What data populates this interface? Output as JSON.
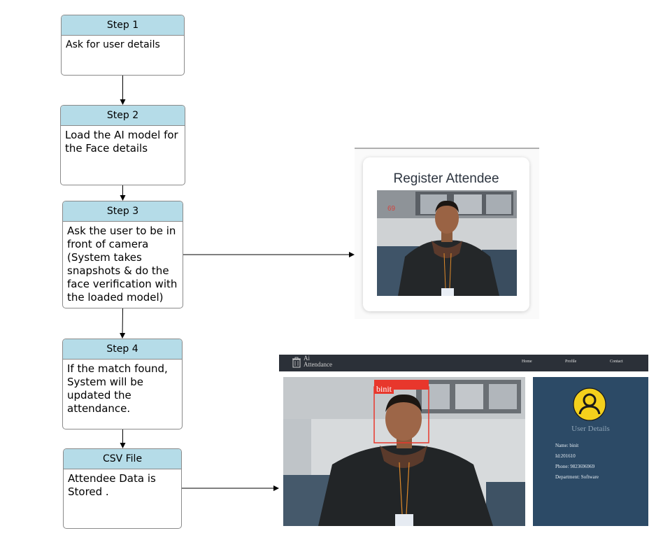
{
  "steps": [
    {
      "title": "Step 1",
      "text": "Ask for user details"
    },
    {
      "title": "Step 2",
      "text": "Load the AI model for\nthe Face details"
    },
    {
      "title": "Step 3",
      "text": "Ask the user to be in\nfront of camera\n(System takes\nsnapshots  & do the\nface verification with\nthe loaded model)"
    },
    {
      "title": "Step 4",
      "text": "If the match found,\nSystem will be\nupdated the\nattendance."
    },
    {
      "title": "CSV File",
      "text": "Attendee Data is\nStored ."
    }
  ],
  "register_screen": {
    "title": "Register Attendee",
    "counter": "69"
  },
  "attendance_app": {
    "logo": {
      "line1": "Ai",
      "line2": "Attendance"
    },
    "nav": [
      "Home",
      "Profile",
      "Contact"
    ],
    "detection_label": "binit",
    "user_details": {
      "title": "User Details",
      "name": "Name: binit",
      "id": "Id:201610",
      "phone": "Phone: 9823696969",
      "department": "Department: Software"
    }
  },
  "colors": {
    "step_header": "#b5dce8",
    "navbar": "#2b3038",
    "side_panel": "#2c4a66",
    "avatar": "#f4d01c",
    "detection_box": "#e8372c"
  },
  "icons": [
    "user-avatar-icon",
    "trash-logo-icon"
  ]
}
